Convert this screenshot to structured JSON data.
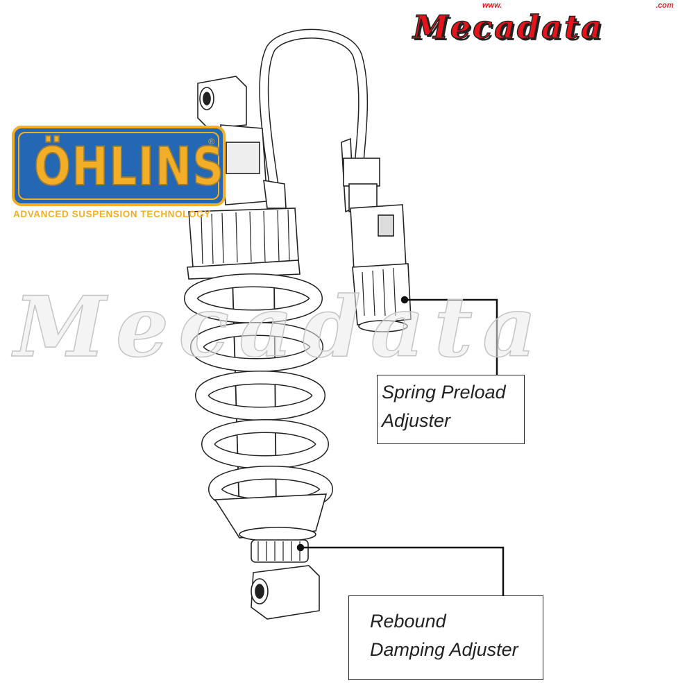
{
  "brand_logo": {
    "name": "ÖHLINS",
    "tagline": "ADVANCED SUSPENSION TECHNOLOGY",
    "colors": {
      "blue": "#2467b2",
      "gold": "#f2ae27"
    }
  },
  "site_logo": {
    "prefix": "www.",
    "name": "Mecadata",
    "suffix": ".com",
    "color": "#e3141b"
  },
  "watermark": "Mecadata",
  "callouts": {
    "preload": {
      "line1": "Spring Preload",
      "line2": "Adjuster"
    },
    "rebound": {
      "line1": "Rebound",
      "line2": "Damping Adjuster"
    }
  }
}
